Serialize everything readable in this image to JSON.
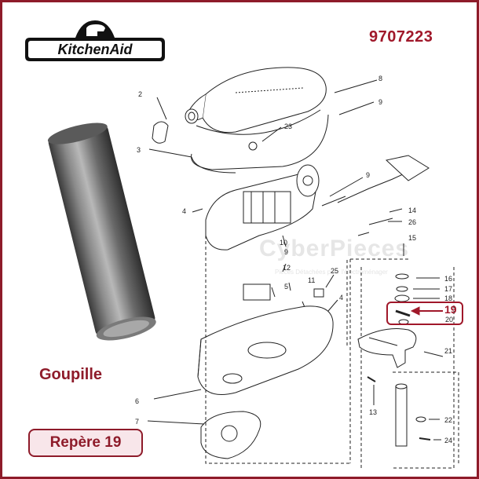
{
  "brand": {
    "name": "KitchenAid",
    "logo_color": "#8e1b2a"
  },
  "part_number": "9707223",
  "product_label": "Goupille",
  "reference_button": "Repère 19",
  "watermark": {
    "title": "CyberPieces",
    "subtitle": "Pièces Détachées pour l'électroménager"
  },
  "highlight": {
    "number": "19",
    "next_number": "20"
  },
  "diagram_labels": {
    "n2": "2",
    "n3": "3",
    "n4a": "4",
    "n4b": "4",
    "n5": "5",
    "n6": "6",
    "n7": "7",
    "n8": "8",
    "n9a": "9",
    "n9b": "9",
    "n9c": "9",
    "n10": "10",
    "n11": "11",
    "n12": "12",
    "n13": "13",
    "n14": "14",
    "n15": "15",
    "n16": "16",
    "n17": "17",
    "n18": "18",
    "n21": "21",
    "n22": "22",
    "n23": "23",
    "n24": "24",
    "n25": "25",
    "n26": "26"
  },
  "colors": {
    "accent": "#a0182a",
    "border": "#8e1b2a",
    "button_fill": "#f8e6ea"
  }
}
